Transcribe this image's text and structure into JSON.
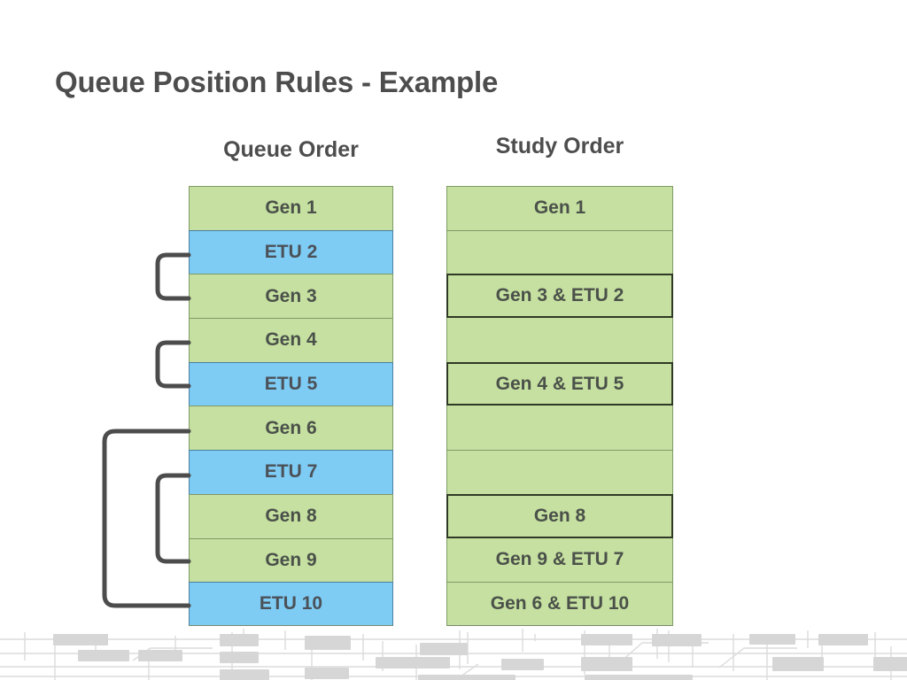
{
  "slide": {
    "title": "Queue Position Rules - Example",
    "background": "#ffffff",
    "title_color": "#4d4d4d"
  },
  "palette": {
    "green_fill": "#c5e0a0",
    "green_border": "#7f9a66",
    "blue_fill": "#7ecbf4",
    "blue_border": "#4a7fa0",
    "text": "#4b514a",
    "bracket": "#4c4c4c",
    "emphasis_border": "#2f3a26",
    "circuit": "#d6d6d6"
  },
  "queue_column": {
    "header": "Queue Order",
    "cells": [
      {
        "label": "Gen 1",
        "type": "green"
      },
      {
        "label": "ETU 2",
        "type": "blue"
      },
      {
        "label": "Gen 3",
        "type": "green"
      },
      {
        "label": "Gen 4",
        "type": "green"
      },
      {
        "label": "ETU 5",
        "type": "blue"
      },
      {
        "label": "Gen 6",
        "type": "green"
      },
      {
        "label": "ETU 7",
        "type": "blue"
      },
      {
        "label": "Gen 8",
        "type": "green"
      },
      {
        "label": "Gen 9",
        "type": "green"
      },
      {
        "label": "ETU 10",
        "type": "blue"
      }
    ]
  },
  "study_column": {
    "header": "Study Order",
    "cells": [
      {
        "label": "Gen 1",
        "type": "green",
        "emphasis": false
      },
      {
        "label": "",
        "type": "green",
        "emphasis": false
      },
      {
        "label": "Gen 3 & ETU 2",
        "type": "green",
        "emphasis": true
      },
      {
        "label": "",
        "type": "green",
        "emphasis": false
      },
      {
        "label": "Gen 4 & ETU 5",
        "type": "green",
        "emphasis": true
      },
      {
        "label": "",
        "type": "green",
        "emphasis": false
      },
      {
        "label": "",
        "type": "green",
        "emphasis": false
      },
      {
        "label": "Gen 8",
        "type": "green",
        "emphasis": true
      },
      {
        "label": "Gen 9 & ETU 7",
        "type": "green",
        "emphasis": false
      },
      {
        "label": "Gen 6 & ETU 10",
        "type": "green",
        "emphasis": false
      }
    ]
  },
  "brackets": [
    {
      "name": "bracket-etu2-gen3",
      "from": "ETU 2",
      "to": "Gen 3"
    },
    {
      "name": "bracket-gen4-etu5",
      "from": "Gen 4",
      "to": "ETU 5"
    },
    {
      "name": "bracket-etu7-gen9",
      "from": "ETU 7",
      "to": "Gen 9"
    },
    {
      "name": "bracket-gen6-etu10",
      "from": "Gen 6",
      "to": "ETU 10"
    }
  ]
}
